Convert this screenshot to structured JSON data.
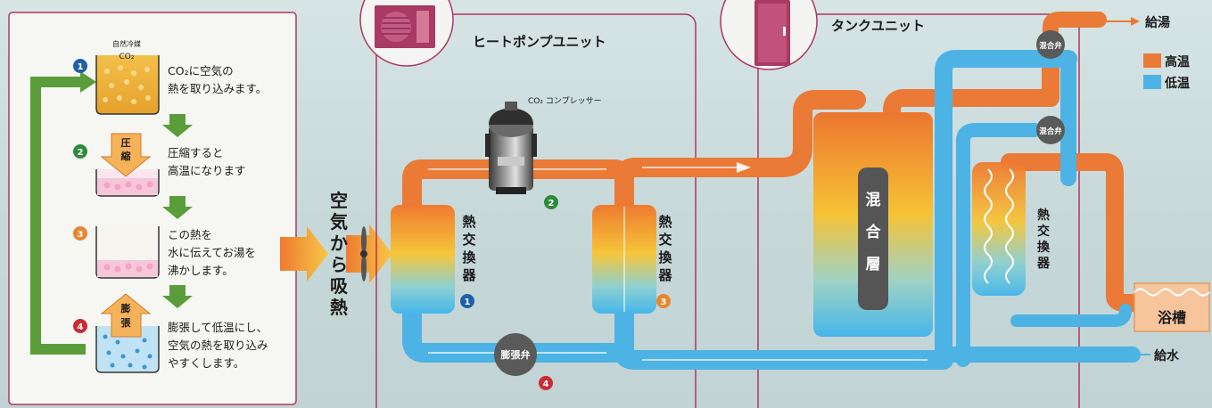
{
  "steps": [
    {
      "num": "1",
      "text1": "CO₂に空気の",
      "text2": "熱を取り込みます。",
      "tag_top": "自然冷媒",
      "tag_sub": "CO₂"
    },
    {
      "num": "2",
      "text1": "圧縮すると",
      "text2": "高温になります",
      "arrow_label": "圧縮"
    },
    {
      "num": "3",
      "text1": "この熱を",
      "text2": "水に伝えてお湯を",
      "text3": "沸かします。"
    },
    {
      "num": "4",
      "text1": "膨張して低温にし、",
      "text2": "空気の熱を取り込み",
      "text3": "やすくします。",
      "arrow_label": "膨張"
    }
  ],
  "air_heat_label": "空気から吸熱",
  "heat_pump": {
    "title": "ヒートポンプユニット",
    "compressor_label": "CO₂ コンプレッサー",
    "compressor_num": "2",
    "hx1_label": "熱交換器",
    "hx1_num": "1",
    "hx3_label": "熱交換器",
    "hx3_num": "3",
    "valve_label": "膨張弁",
    "valve_num": "4"
  },
  "tank": {
    "title": "タンクユニット",
    "mixing_layer_label": "混合層",
    "hx_label": "熱交換器",
    "mix_valve_label": "混合弁"
  },
  "outputs": {
    "hot_supply": "給湯",
    "water_supply": "給水",
    "bath": "浴槽"
  },
  "legend": [
    {
      "label": "高温",
      "color": "#ea7a36"
    },
    {
      "label": "低温",
      "color": "#4db3e4"
    }
  ],
  "colors": {
    "hot": "#ea7a36",
    "cold": "#4db3e4",
    "frame": "#b0365e",
    "green": "#5a9d3a",
    "num_blue": "#1f5fa8",
    "num_green": "#2e8a3c",
    "num_orange": "#e8862e",
    "num_red": "#cc2a34"
  }
}
